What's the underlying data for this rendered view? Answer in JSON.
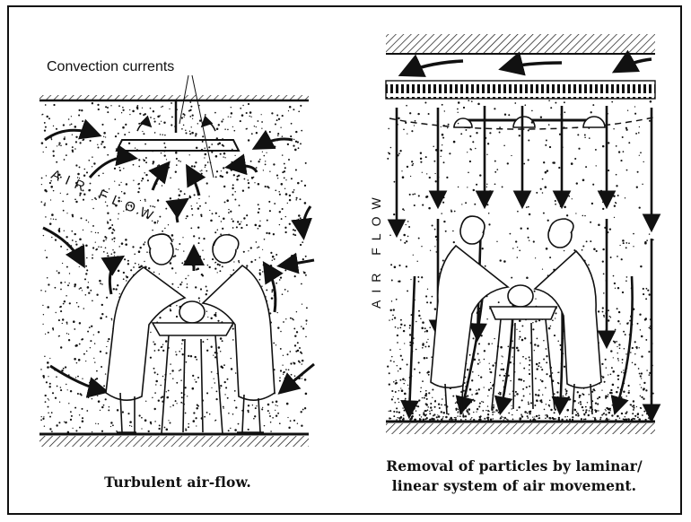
{
  "left_panel": {
    "label": "Convection currents",
    "airflow_label": "AIR FLOW",
    "caption": "Turbulent air-flow."
  },
  "right_panel": {
    "airflow_label": "AIR FLOW",
    "caption_line1": "Removal of particles by laminar/",
    "caption_line2": "linear system of air movement."
  },
  "colors": {
    "ink": "#111111",
    "background": "#ffffff"
  }
}
